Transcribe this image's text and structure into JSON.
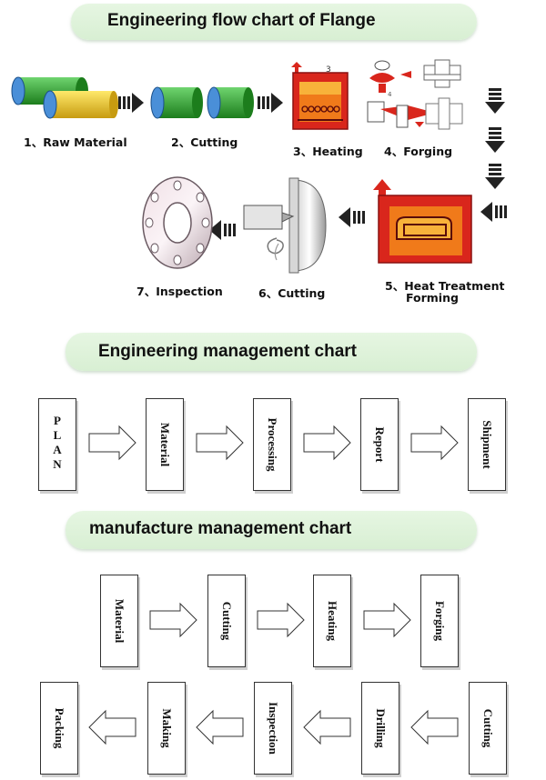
{
  "section1": {
    "title": "Engineering flow chart of Flange",
    "steps": [
      {
        "label": "1、Raw Material"
      },
      {
        "label": "2、Cutting"
      },
      {
        "label": "3、Heating"
      },
      {
        "label": "4、Forging"
      },
      {
        "label": "5、Heat Treatment",
        "label2": "Forming"
      },
      {
        "label": "6、Cutting"
      },
      {
        "label": "7、Inspection"
      }
    ],
    "heater_number": "3"
  },
  "section2": {
    "title": "Engineering management chart",
    "plan_letters": [
      "P",
      "L",
      "A",
      "N"
    ],
    "boxes": [
      "Material",
      "Processing",
      "Report",
      "Shipment"
    ]
  },
  "section3": {
    "title": "manufacture management chart",
    "row1": [
      "Material",
      "Cutting",
      "Heating",
      "Forging"
    ],
    "row2": [
      "Packing",
      "Making",
      "Inspection",
      "Drilling",
      "Cutting"
    ]
  },
  "colors": {
    "pill": "#d8efd3",
    "pipe_green": "#2f9e2f",
    "pipe_yellow": "#e6c21a",
    "pipe_blue": "#4a8fd8",
    "furnace_red": "#d9261c",
    "furnace_orange": "#f07a1a",
    "arrow_fill": "#ffffff",
    "arrow_stroke": "#333333"
  }
}
